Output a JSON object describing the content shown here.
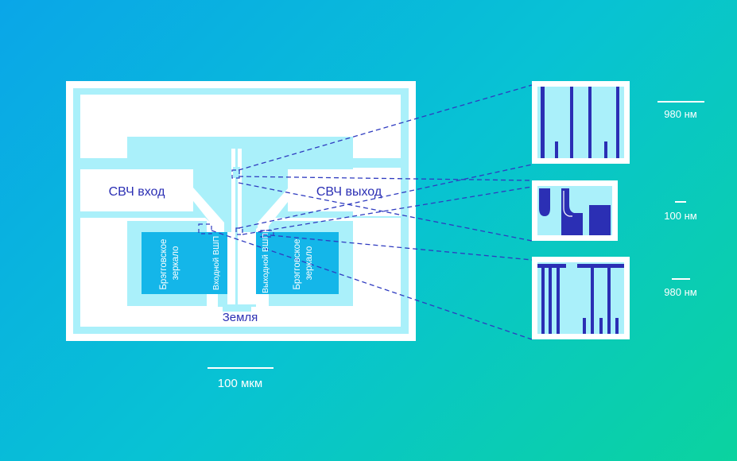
{
  "labels": {
    "mw_input": "СВЧ вход",
    "mw_output": "СВЧ выход",
    "ground": "Земля",
    "bragg_mirror_left": "Брэгговское зеркало",
    "bragg_mirror_right": "Брэгговское зеркало",
    "input_idt": "Входной ВШП",
    "output_idt": "Выходной ВШП"
  },
  "scale_bars": {
    "main": "100 мкм",
    "inset_top": "980 нм",
    "inset_middle": "100 нм",
    "inset_bottom": "980 нм"
  },
  "colors": {
    "chip_light": "#aaf0fa",
    "chip_white": "#ffffff",
    "mirror_blue": "#14b6e9",
    "accent_dark": "#2b2fb4",
    "dash_line": "#2f3bc0"
  }
}
